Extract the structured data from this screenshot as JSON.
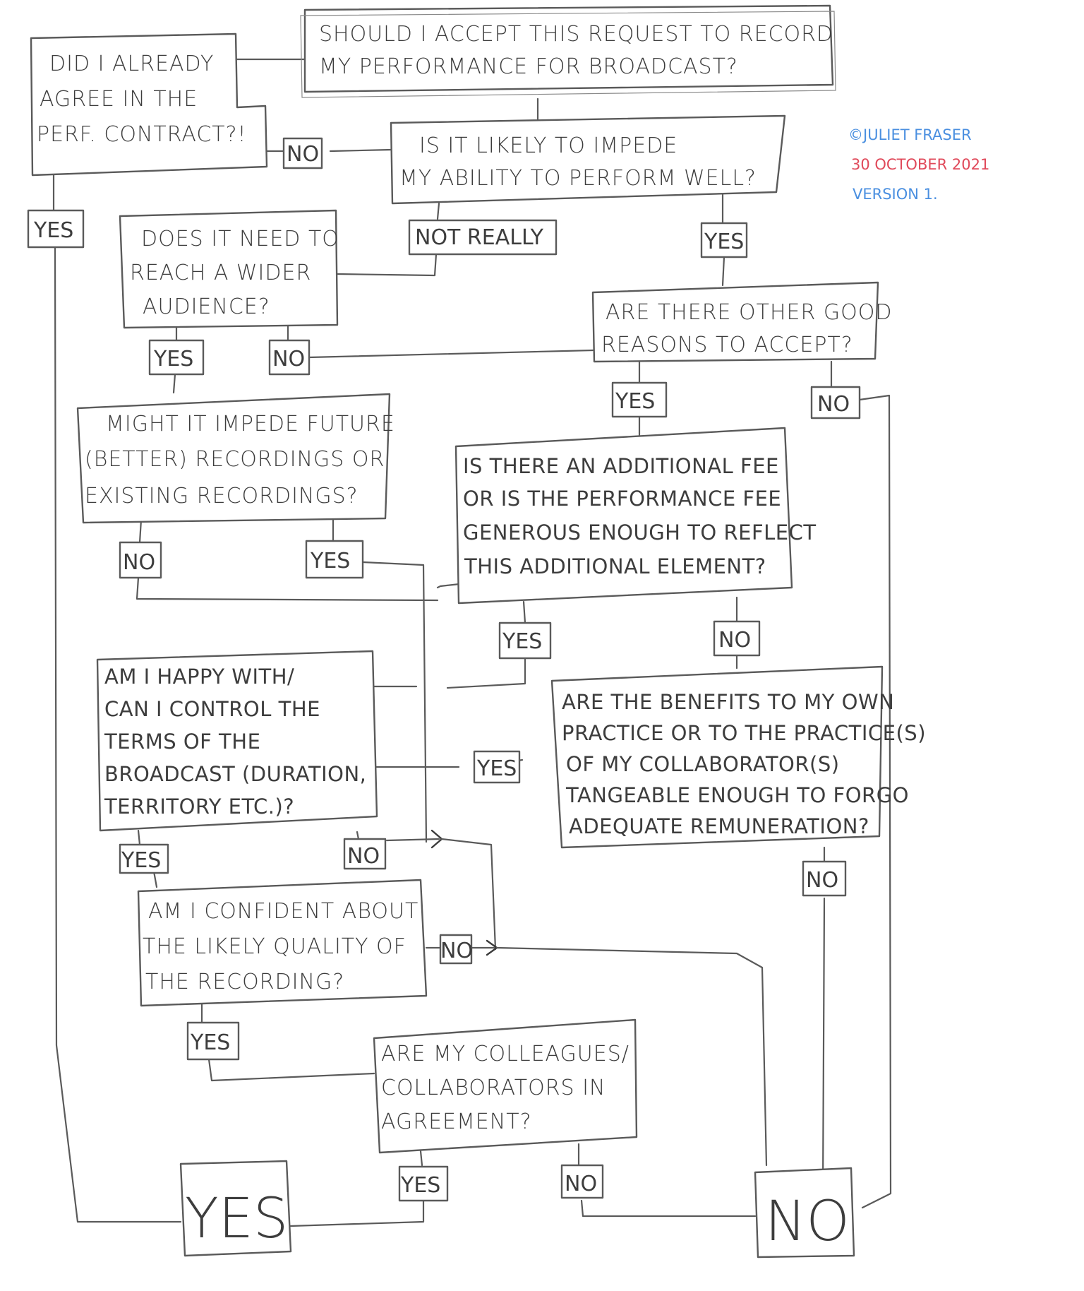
{
  "colors": {
    "pencil": "#3d3d3d",
    "credit_blue": "#4a8fe0",
    "credit_red": "#e0495a"
  },
  "credit": {
    "author": "©JULIET FRASER",
    "date": "30 OCTOBER 2021",
    "version": "VERSION 1."
  },
  "q_main": [
    "SHOULD I ACCEPT THIS REQUEST TO RECORD",
    "MY PERFORMANCE FOR BROADCAST?"
  ],
  "q_agree": [
    "DID I ALREADY",
    "AGREE IN THE",
    "PERF. CONTRACT?!"
  ],
  "q_impede": [
    "IS IT LIKELY TO IMPEDE",
    "MY ABILITY TO PERFORM WELL?"
  ],
  "q_audience": [
    "DOES IT NEED TO",
    "REACH A WIDER",
    "AUDIENCE?"
  ],
  "q_reasons": [
    "ARE THERE OTHER GOOD",
    "REASONS TO ACCEPT?"
  ],
  "q_future": [
    "MIGHT IT IMPEDE FUTURE",
    "(BETTER) RECORDINGS OR",
    "EXISTING RECORDINGS?"
  ],
  "q_fee": [
    "IS THERE AN ADDITIONAL FEE",
    "OR IS THE PERFORMANCE FEE",
    "GENEROUS ENOUGH TO REFLECT",
    "THIS ADDITIONAL ELEMENT?"
  ],
  "q_terms": [
    "AM I HAPPY WITH/",
    "CAN I CONTROL THE",
    "TERMS OF THE",
    "BROADCAST (DURATION,",
    "TERRITORY ETC.)?"
  ],
  "q_benefits": [
    "ARE THE BENEFITS TO MY OWN",
    "PRACTICE OR TO THE PRACTICE(S)",
    "OF MY COLLABORATOR(S)",
    "TANGEABLE ENOUGH TO FORGO",
    "ADEQUATE REMUNERATION?"
  ],
  "q_quality": [
    "AM I CONFIDENT ABOUT",
    "THE LIKELY QUALITY OF",
    "THE RECORDING?"
  ],
  "q_colleagues": [
    "ARE MY COLLEAGUES/",
    "COLLABORATORS IN",
    "AGREEMENT?"
  ],
  "labels": {
    "yes": "YES",
    "no": "NO",
    "not_really": "NOT REALLY"
  },
  "outcomes": {
    "yes": "YES",
    "no": "NO"
  }
}
